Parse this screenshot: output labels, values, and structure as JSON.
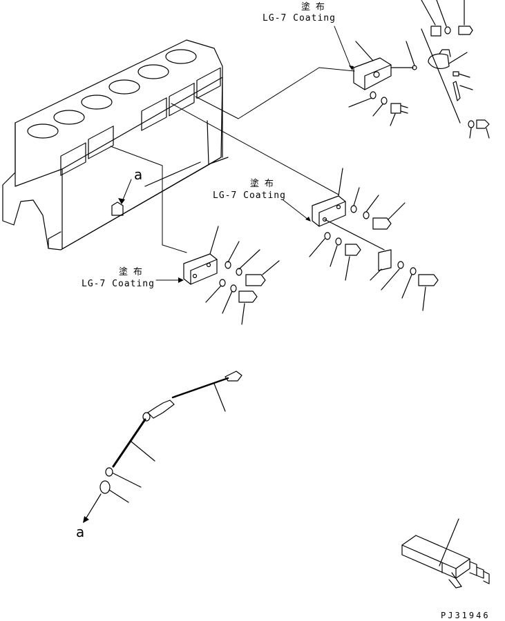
{
  "annotations": {
    "coating_top": {
      "jp": "塗 布",
      "en": "LG-7 Coating"
    },
    "coating_middle": {
      "jp": "塗 布",
      "en": "LG-7 Coating"
    },
    "coating_left": {
      "jp": "塗 布",
      "en": "LG-7 Coating"
    },
    "ref_block": "a",
    "ref_bottom": "a"
  },
  "drawing_code": "PJ31946"
}
